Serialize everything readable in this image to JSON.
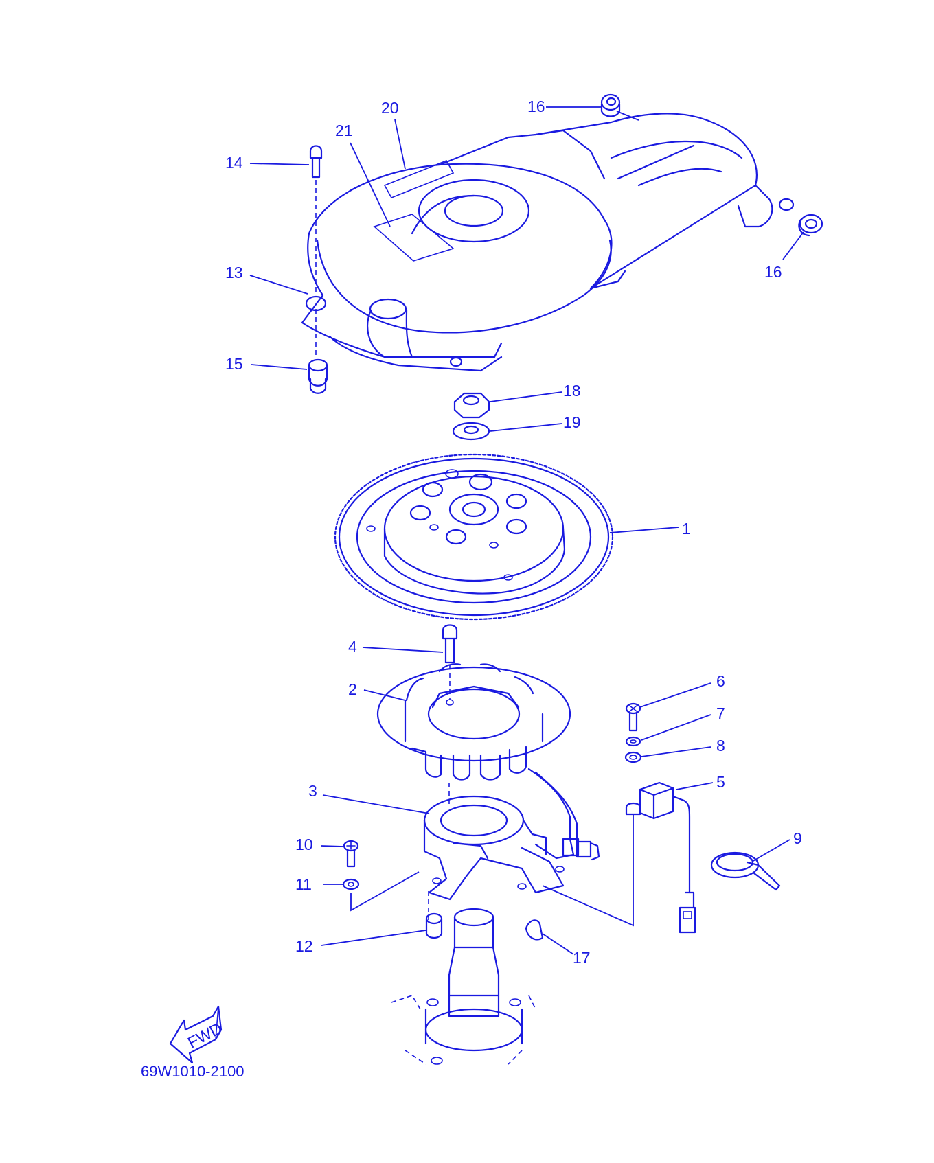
{
  "diagram": {
    "callouts": {
      "c1": "1",
      "c2": "2",
      "c3": "3",
      "c4": "4",
      "c5": "5",
      "c6": "6",
      "c7": "7",
      "c8": "8",
      "c9": "9",
      "c10": "10",
      "c11": "11",
      "c12": "12",
      "c13": "13",
      "c14": "14",
      "c15": "15",
      "c16a": "16",
      "c16b": "16",
      "c17": "17",
      "c18": "18",
      "c19": "19",
      "c20": "20",
      "c21": "21"
    },
    "fwd_badge": "FWD",
    "drawing_code": "69W1010-2100",
    "line_color": "#1a1ae0"
  }
}
